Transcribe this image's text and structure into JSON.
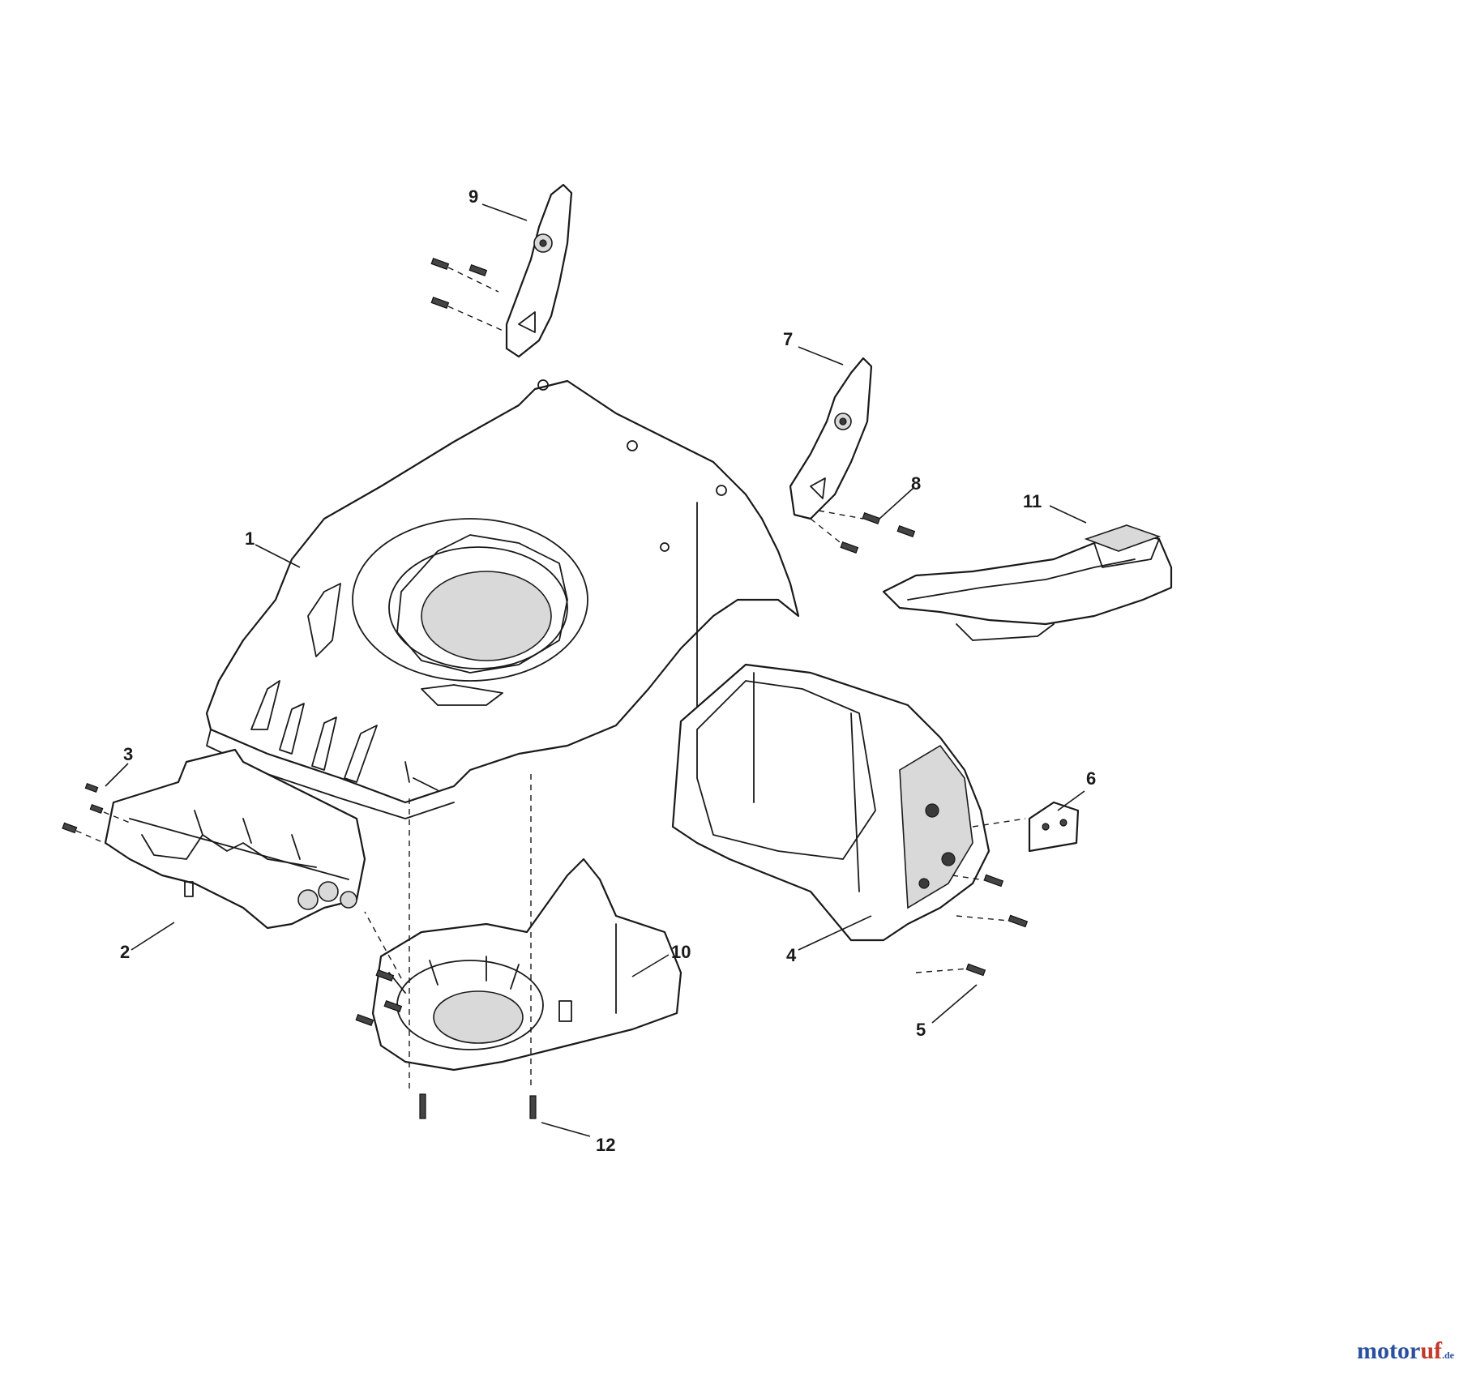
{
  "callouts": {
    "p1": "1",
    "p2": "2",
    "p3": "3",
    "p4": "4",
    "p5": "5",
    "p6": "6",
    "p7": "7",
    "p8": "8",
    "p9": "9",
    "p10": "10",
    "p11": "11",
    "p12": "12"
  },
  "watermark": {
    "main": "motor",
    "accent": "uf",
    "tld": ".de"
  }
}
